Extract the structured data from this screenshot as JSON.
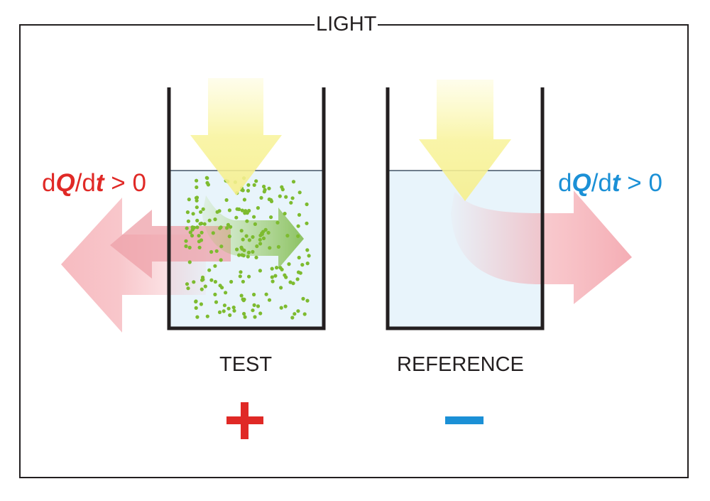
{
  "title": "LIGHT",
  "cells": {
    "test": {
      "label": "TEST",
      "sign": "+",
      "sign_color": "#e02926"
    },
    "reference": {
      "label": "REFERENCE",
      "sign": "−",
      "sign_color": "#1b90d6"
    }
  },
  "flux_left": {
    "d1": "d",
    "q": "Q",
    "mid": "/d",
    "t": "t",
    "rest": " > 0",
    "color": "#e02926"
  },
  "flux_right": {
    "d1": "d",
    "q": "Q",
    "mid": "/d",
    "t": "t",
    "rest": " > 0",
    "color": "#1b90d6"
  },
  "colors": {
    "frame": "#231f20",
    "liquid": "#e8f4fb",
    "light_arrow": "#fbf7a8",
    "heat_arrow": "#f4a6ad",
    "particles": "#7dbb2f"
  }
}
